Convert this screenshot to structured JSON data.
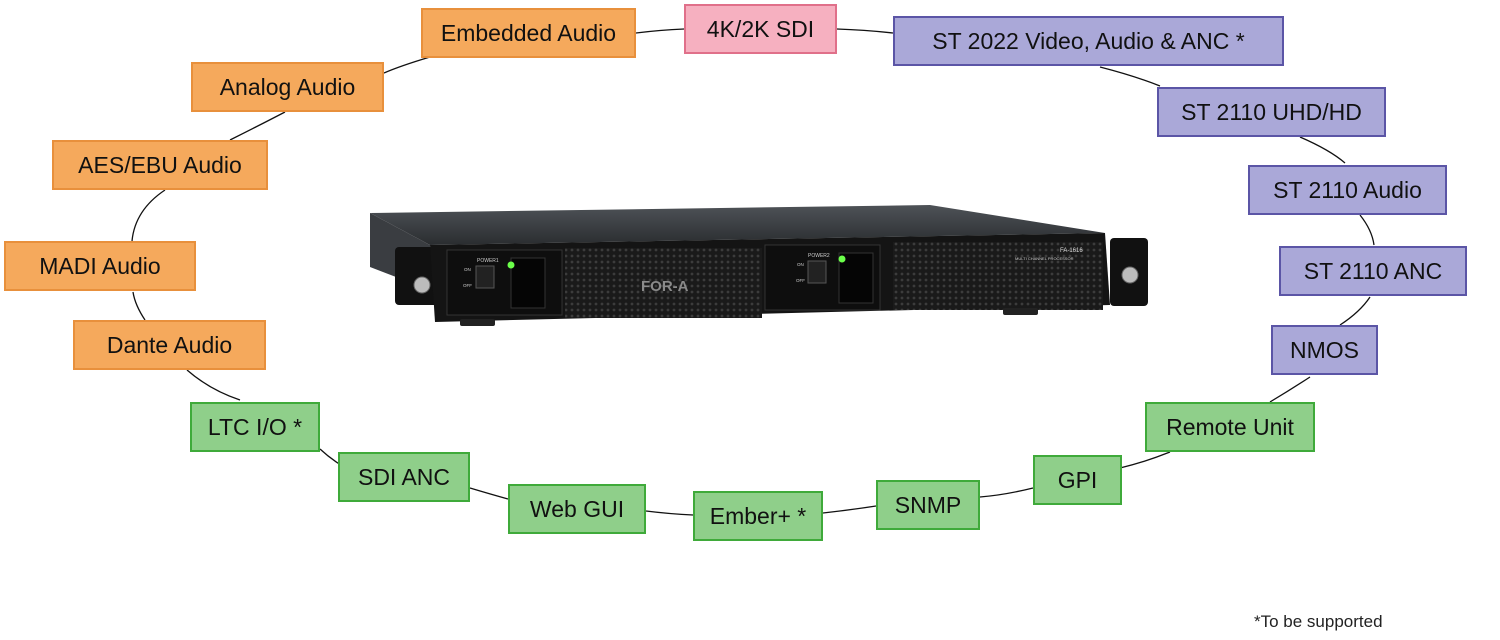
{
  "nodes": {
    "embedded_audio": "Embedded Audio",
    "sdi_4k2k": "4K/2K SDI",
    "st2022": "ST 2022 Video, Audio & ANC *",
    "analog_audio": "Analog Audio",
    "st2110_uhd_hd": "ST 2110 UHD/HD",
    "aes_ebu_audio": "AES/EBU Audio",
    "st2110_audio": "ST 2110 Audio",
    "madi_audio": "MADI Audio",
    "st2110_anc": "ST 2110 ANC",
    "dante_audio": "Dante Audio",
    "nmos": "NMOS",
    "ltc_io": "LTC I/O *",
    "remote_unit": "Remote Unit",
    "sdi_anc": "SDI ANC",
    "gpi": "GPI",
    "web_gui": "Web GUI",
    "snmp": "SNMP",
    "ember_plus": "Ember+ *"
  },
  "device": {
    "brand": "FOR-A",
    "model": "FA-1616",
    "subtitle": "MULTI CHANNEL PROCESSOR",
    "power1": "POWER1",
    "power2": "POWER2",
    "on": "ON",
    "off": "OFF"
  },
  "colors": {
    "audio_fill": "#f5a95c",
    "sdi_fill": "#f6b0c0",
    "ip_fill": "#aaa8d8",
    "control_fill": "#8fcf8a"
  },
  "footnote": "*To be supported"
}
